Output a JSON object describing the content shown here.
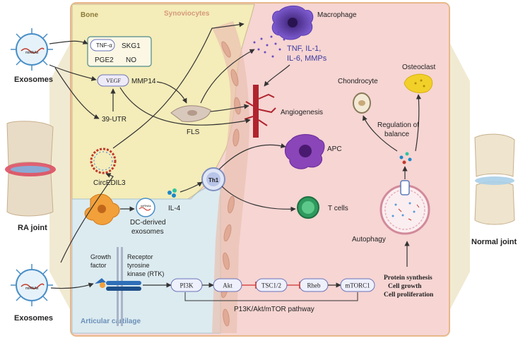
{
  "regions": {
    "bone": "Bone",
    "synoviocytes": "Synoviocytes",
    "articular_cartilage": "Articular cartilage"
  },
  "left": {
    "exosomes_top": "Exosomes",
    "exosomes_bottom": "Exosomes",
    "mirnas_top": "miRNAs",
    "mirnas_bottom": "miRNAs",
    "ra_joint": "RA joint"
  },
  "right": {
    "normal_joint": "Normal joint",
    "osteoclast": "Osteoclast",
    "chondrocyte": "Chondrocyte",
    "regulation_1": "Regulation of",
    "regulation_2": "balance",
    "autophagy": "Autophagy",
    "outcome_1": "Protein synthesis",
    "outcome_2": "Cell growth",
    "outcome_3": "Cell proliferation"
  },
  "targets": {
    "tnf_alpha": "TNF-α",
    "skg1": "SKG1",
    "pge2": "PGE2",
    "no": "NO",
    "vegf": "VEGF",
    "mmp14": "MMP14",
    "utr": "39-UTR",
    "circ": "CircEDIL3"
  },
  "cells": {
    "macrophage": "Macrophage",
    "cytokines_1": "TNF, IL-1,",
    "cytokines_2": "IL-6, MMPs",
    "angiogenesis": "Angiogenesis",
    "fls": "FLS",
    "apc": "APC",
    "th1": "Th1",
    "t_cells": "T cells",
    "il4": "IL-4",
    "dc_1": "DC-derived",
    "dc_2": "exosomes",
    "dc_mirnas": "miRNAs"
  },
  "pathway": {
    "growth_1": "Growth",
    "growth_2": "factor",
    "rtk_1": "Receptor",
    "rtk_2": "tyrosine",
    "rtk_3": "kinase (RTK)",
    "nodes": [
      "PI3K",
      "Akt",
      "TSC1/2",
      "Rheb",
      "mTORC1"
    ],
    "caption": "P13K/Akt/mTOR pathway"
  },
  "colors": {
    "panel_fill": "#f6d5d3",
    "panel_border": "#e8b88a",
    "bone_fill": "#f4ecb9",
    "cartilage_fill": "#dcebf0",
    "node_border": "#6b74b8",
    "cytokine_text": "#3b3aa0",
    "macrophage": "#6a4dc0",
    "apc": "#8a45b8",
    "tcell": "#2e9a5e",
    "vessel": "#b0242e",
    "arrow": "#333333",
    "inhibit": "#d03030"
  }
}
